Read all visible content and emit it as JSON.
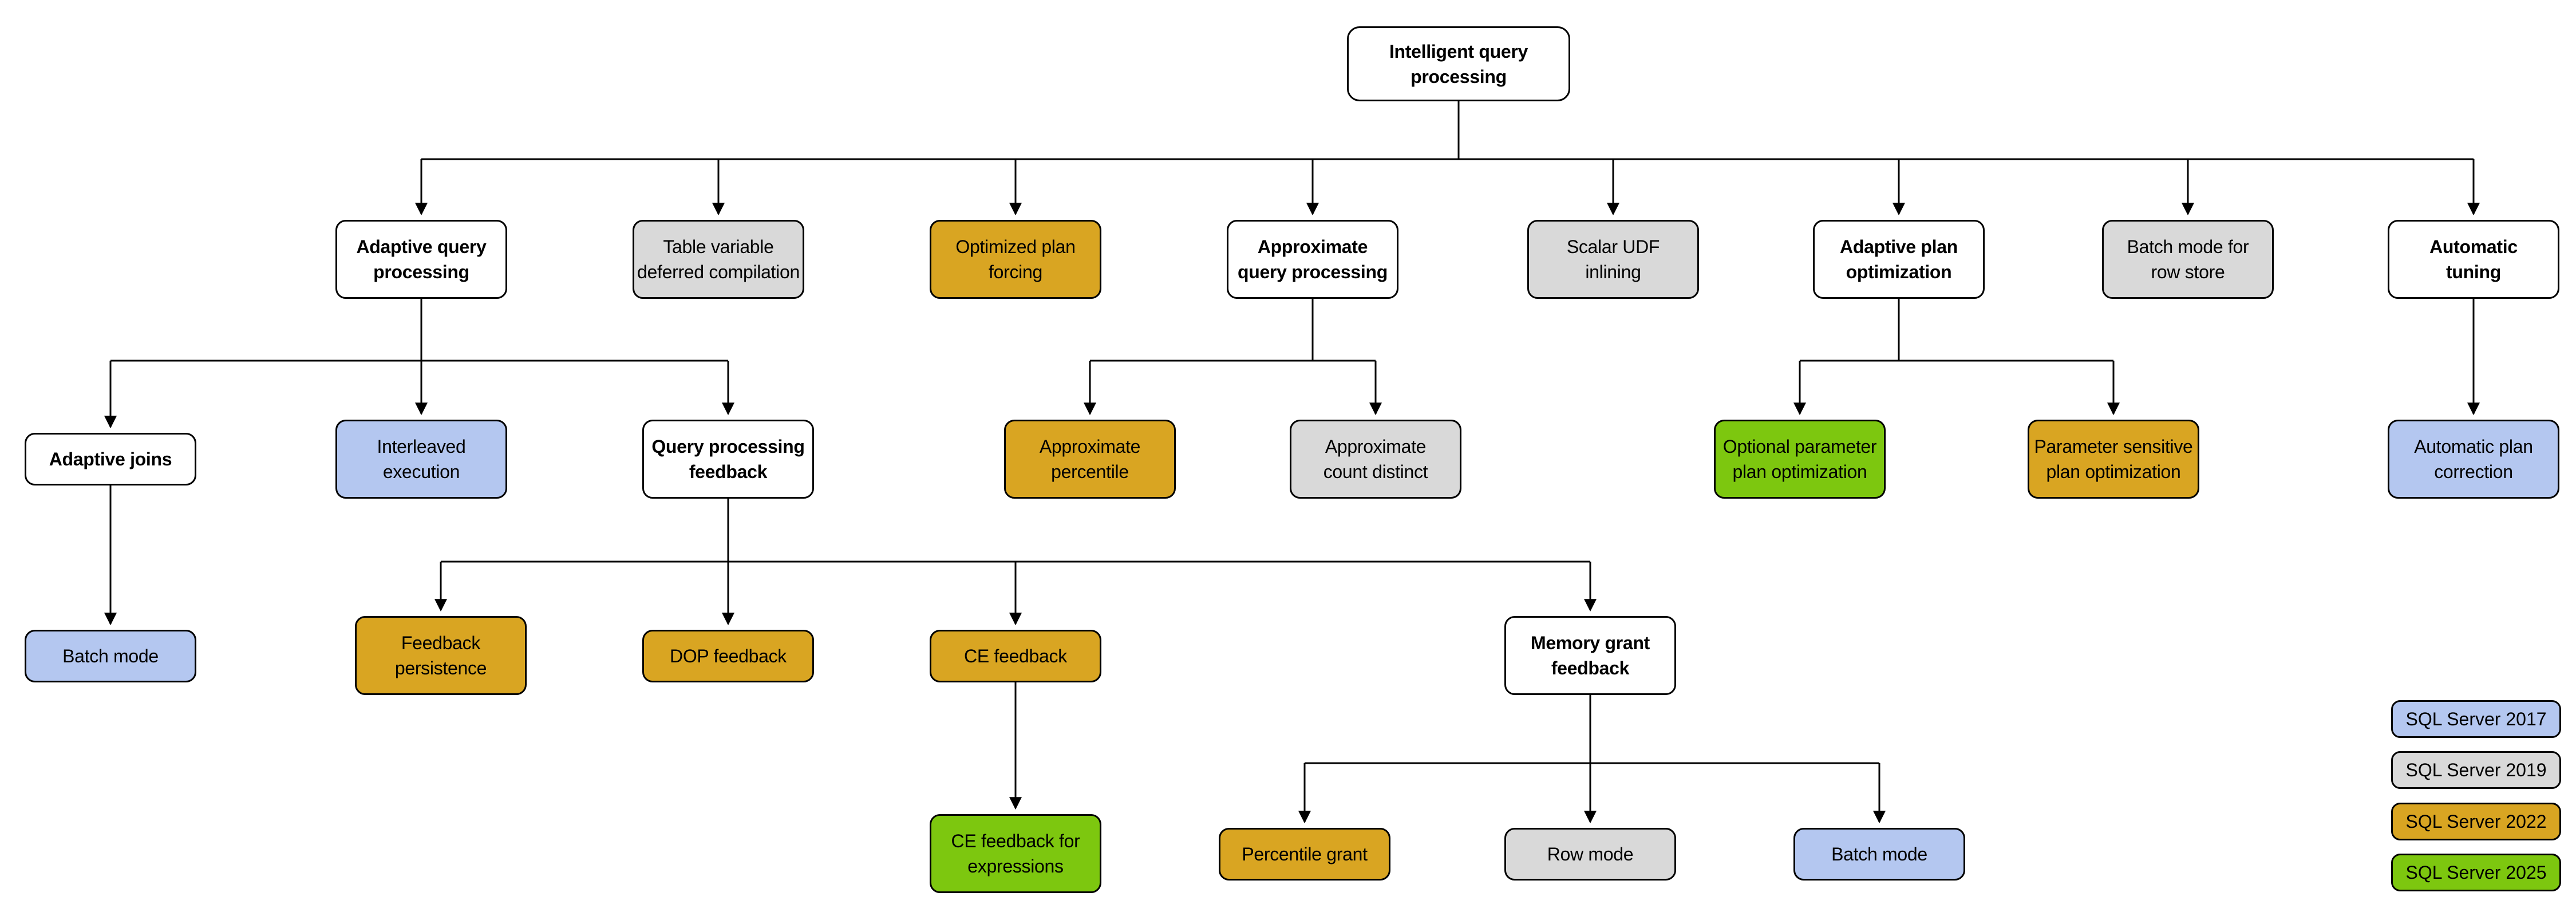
{
  "palette": {
    "white": "#ffffff",
    "gray": "#d9d9d9",
    "blue": "#b4c7f0",
    "gold": "#d9a522",
    "green": "#7dc70f",
    "line": "#000000",
    "border": "#000000"
  },
  "nodes": {
    "root": {
      "label": "Intelligent query\nprocessing",
      "fill": "white"
    },
    "aqp": {
      "label": "Adaptive query\nprocessing",
      "fill": "white"
    },
    "tvdc": {
      "label": "Table variable\ndeferred compilation",
      "fill": "gray"
    },
    "opf": {
      "label": "Optimized plan\nforcing",
      "fill": "gold"
    },
    "aqproc": {
      "label": "Approximate\nquery processing",
      "fill": "white"
    },
    "sui": {
      "label": "Scalar UDF\ninlining",
      "fill": "gray"
    },
    "apo": {
      "label": "Adaptive plan\noptimization",
      "fill": "white"
    },
    "bmrs": {
      "label": "Batch mode for\nrow store",
      "fill": "gray"
    },
    "at": {
      "label": "Automatic\ntuning",
      "fill": "white"
    },
    "aj": {
      "label": "Adaptive joins",
      "fill": "white"
    },
    "ie": {
      "label": "Interleaved\nexecution",
      "fill": "blue"
    },
    "qpf": {
      "label": "Query processing\nfeedback",
      "fill": "white"
    },
    "ap": {
      "label": "Approximate\npercentile",
      "fill": "gold"
    },
    "acd": {
      "label": "Approximate\ncount distinct",
      "fill": "gray"
    },
    "oppo": {
      "label": "Optional parameter\nplan optimization",
      "fill": "green"
    },
    "pspo": {
      "label": "Parameter sensitive\nplan optimization",
      "fill": "gold"
    },
    "apc": {
      "label": "Automatic plan\ncorrection",
      "fill": "blue"
    },
    "bm1": {
      "label": "Batch mode",
      "fill": "blue"
    },
    "fp": {
      "label": "Feedback\npersistence",
      "fill": "gold"
    },
    "dop": {
      "label": "DOP feedback",
      "fill": "gold"
    },
    "cef": {
      "label": "CE feedback",
      "fill": "gold"
    },
    "mgf": {
      "label": "Memory grant\nfeedback",
      "fill": "white"
    },
    "cefe": {
      "label": "CE feedback for\nexpressions",
      "fill": "green"
    },
    "pg": {
      "label": "Percentile grant",
      "fill": "gold"
    },
    "rm": {
      "label": "Row mode",
      "fill": "gray"
    },
    "bm2": {
      "label": "Batch mode",
      "fill": "blue"
    }
  },
  "edges": [
    {
      "from": "root",
      "to": "aqp"
    },
    {
      "from": "root",
      "to": "tvdc"
    },
    {
      "from": "root",
      "to": "opf"
    },
    {
      "from": "root",
      "to": "aqproc"
    },
    {
      "from": "root",
      "to": "sui"
    },
    {
      "from": "root",
      "to": "apo"
    },
    {
      "from": "root",
      "to": "bmrs"
    },
    {
      "from": "root",
      "to": "at"
    },
    {
      "from": "aqp",
      "to": "aj"
    },
    {
      "from": "aqp",
      "to": "ie"
    },
    {
      "from": "aqp",
      "to": "qpf"
    },
    {
      "from": "aqproc",
      "to": "ap"
    },
    {
      "from": "aqproc",
      "to": "acd"
    },
    {
      "from": "apo",
      "to": "oppo"
    },
    {
      "from": "apo",
      "to": "pspo"
    },
    {
      "from": "at",
      "to": "apc"
    },
    {
      "from": "aj",
      "to": "bm1"
    },
    {
      "from": "qpf",
      "to": "fp"
    },
    {
      "from": "qpf",
      "to": "dop"
    },
    {
      "from": "qpf",
      "to": "cef"
    },
    {
      "from": "qpf",
      "to": "mgf"
    },
    {
      "from": "cef",
      "to": "cefe"
    },
    {
      "from": "mgf",
      "to": "pg"
    },
    {
      "from": "mgf",
      "to": "rm"
    },
    {
      "from": "mgf",
      "to": "bm2"
    }
  ],
  "legend": {
    "items": [
      {
        "label": "SQL Server 2017",
        "fill": "blue"
      },
      {
        "label": "SQL Server 2019",
        "fill": "gray"
      },
      {
        "label": "SQL Server 2022",
        "fill": "gold"
      },
      {
        "label": "SQL Server 2025",
        "fill": "green"
      }
    ]
  }
}
